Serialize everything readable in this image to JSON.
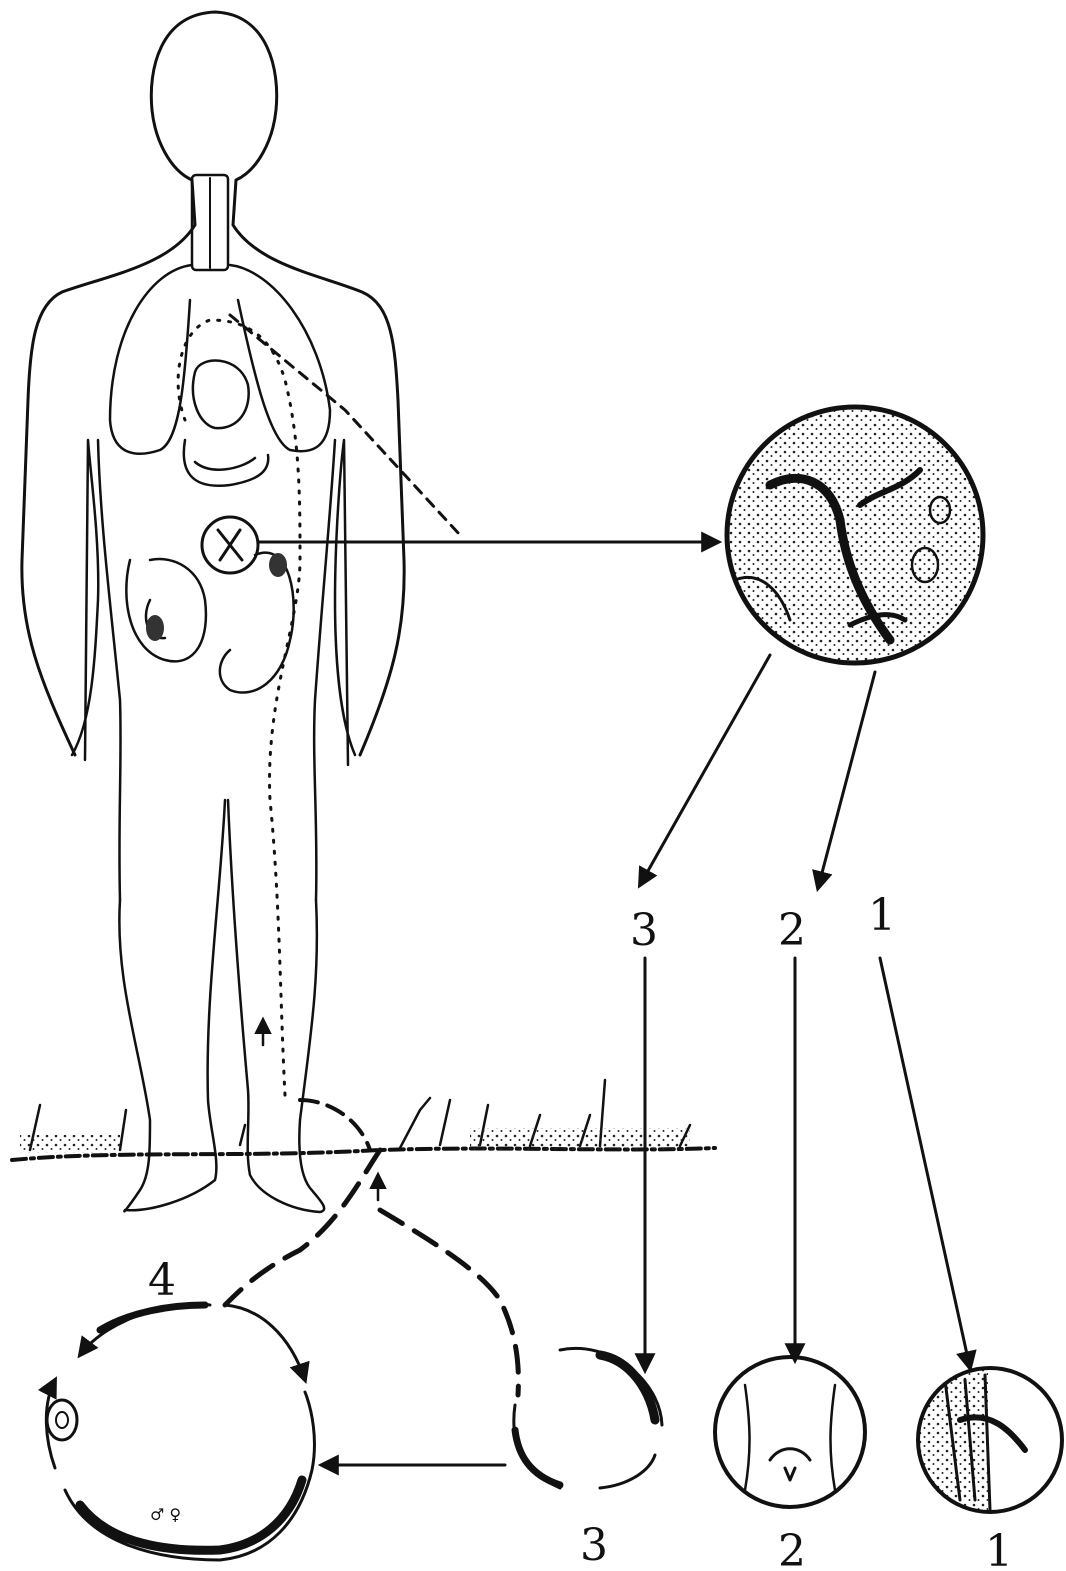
{
  "diagram": {
    "labels": {
      "path_3": "3",
      "path_2": "2",
      "path_1": "1",
      "bottom_3": "3",
      "bottom_2": "2",
      "bottom_1": "1",
      "stage_4": "4"
    }
  },
  "colors": {
    "ink": "#111111",
    "paper": "#ffffff"
  }
}
